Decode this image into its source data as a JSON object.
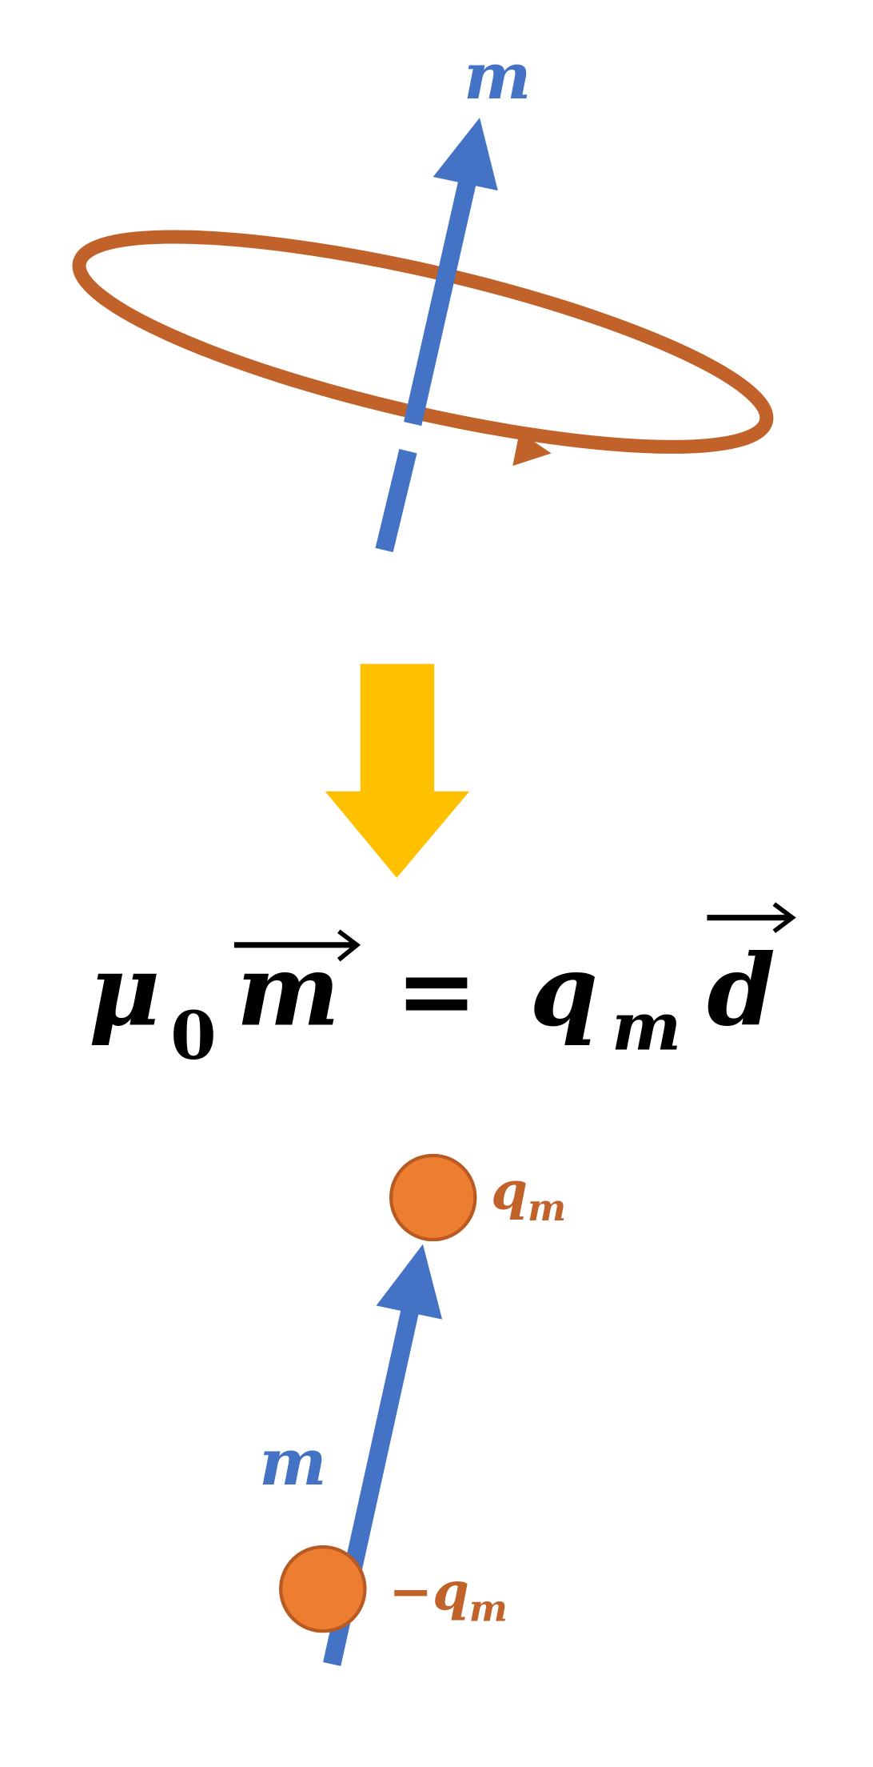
{
  "colors": {
    "vector_blue": "#4472C4",
    "loop_orange": "#C0622A",
    "charge_fill": "#ED7D31",
    "charge_stroke": "#B85A22",
    "arrow_yellow": "#FFC000",
    "text_black": "#000000"
  },
  "loop_diagram": {
    "moment_label": "m"
  },
  "equation": {
    "mu": "μ",
    "mu_sub": "0",
    "m": "m",
    "equals": "=",
    "q": "q",
    "q_sub": "m",
    "d": "d"
  },
  "dipole_diagram": {
    "positive_charge_label": "q",
    "positive_charge_sub": "m",
    "negative_charge_label": "−q",
    "negative_charge_sub": "m",
    "moment_label": "m"
  }
}
